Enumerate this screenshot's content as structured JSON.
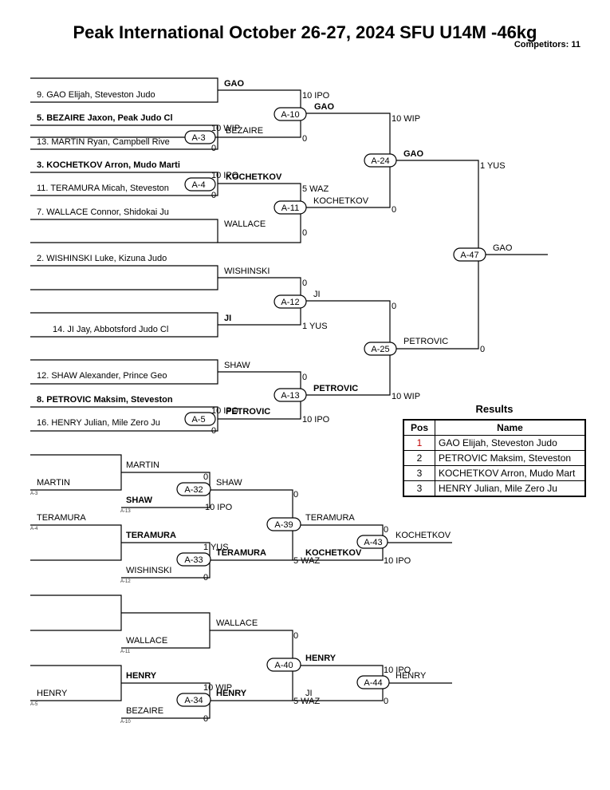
{
  "header": {
    "title": "Peak International  October 26-27, 2024  SFU   U14M -46kg",
    "competitors": "Competitors: 11"
  },
  "entries": [
    "9. GAO Elijah, Steveston Judo",
    "5. BEZAIRE Jaxon, Peak Judo Cl",
    "13. MARTIN Ryan, Campbell Rive",
    "3. KOCHETKOV Arron, Mudo Marti",
    "11. TERAMURA Micah, Steveston",
    "7. WALLACE Connor, Shidokai Ju",
    "2. WISHINSKI Luke, Kizuna Judo",
    "14. JI Jay, Abbotsford Judo Cl",
    "12. SHAW Alexander, Prince Geo",
    "8. PETROVIC Maksim, Steveston",
    "16. HENRY Julian, Mile Zero Ju"
  ],
  "matches": {
    "A-3": {
      "label": "A-3",
      "winner": "BEZAIRE",
      "scores": [
        "10 WIP",
        "0"
      ]
    },
    "A-4": {
      "label": "A-4",
      "winner": "KOCHETKOV",
      "scores": [
        "10 IPO",
        "0"
      ]
    },
    "A-5": {
      "label": "A-5",
      "winner": "PETROVIC",
      "scores": [
        "10 IPO",
        "0"
      ]
    },
    "A-10": {
      "label": "A-10",
      "winner": "GAO",
      "scores": [
        "10 IPO",
        "0"
      ]
    },
    "A-11": {
      "label": "A-11",
      "winner": "KOCHETKOV",
      "scores": [
        "5 WAZ",
        "0"
      ]
    },
    "A-12": {
      "label": "A-12",
      "winner": "JI",
      "scores": [
        "0",
        "1 YUS"
      ]
    },
    "A-13": {
      "label": "A-13",
      "winner": "PETROVIC",
      "scores": [
        "0",
        "10 IPO"
      ]
    },
    "A-24": {
      "label": "A-24",
      "winner": "GAO",
      "scores": [
        "10 WIP",
        "0"
      ]
    },
    "A-25": {
      "label": "A-25",
      "winner": "PETROVIC",
      "scores": [
        "0",
        "10 WIP"
      ]
    },
    "A-47": {
      "label": "A-47",
      "winner": "GAO",
      "scores": [
        "1 YUS",
        "0"
      ]
    },
    "A-32": {
      "label": "A-32",
      "winner": "SHAW",
      "scores": [
        "0",
        "10 IPO"
      ]
    },
    "A-33": {
      "label": "A-33",
      "winner": "TERAMURA",
      "scores": [
        "1 YUS",
        "0"
      ]
    },
    "A-39": {
      "label": "A-39",
      "winner": "TERAMURA",
      "scores": [
        "0",
        "5 WAZ"
      ]
    },
    "A-43": {
      "label": "A-43",
      "winner": "KOCHETKOV",
      "scores": [
        "0",
        "10 IPO"
      ]
    },
    "A-34": {
      "label": "A-34",
      "winner": "HENRY",
      "scores": [
        "10 WIP",
        "0"
      ]
    },
    "A-40": {
      "label": "A-40",
      "winner": "HENRY",
      "scores": [
        "0",
        "5 WAZ"
      ]
    },
    "A-44": {
      "label": "A-44",
      "winner": "HENRY",
      "scores": [
        "10 IPO",
        "0"
      ]
    }
  },
  "repechage_names": {
    "martin": "MARTIN",
    "shaw": "SHAW",
    "teramura": "TERAMURA",
    "wishinski": "WISHINSKI",
    "wallace": "WALLACE",
    "henry": "HENRY",
    "bezaire": "BEZAIRE",
    "ji": "JI",
    "kochetkov": "KOCHETKOV"
  },
  "repechage_refs": {
    "r3": "A-3",
    "r13": "A-13",
    "r4": "A-4",
    "r12": "A-12",
    "r11": "A-11",
    "r5": "A-5",
    "r10": "A-10"
  },
  "results": {
    "title": "Results",
    "headers": [
      "Pos",
      "Name"
    ],
    "rows": [
      {
        "pos": "1",
        "name": "GAO Elijah, Steveston Judo"
      },
      {
        "pos": "2",
        "name": "PETROVIC Maksim, Steveston"
      },
      {
        "pos": "3",
        "name": "KOCHETKOV Arron, Mudo Mart"
      },
      {
        "pos": "3",
        "name": "HENRY Julian, Mile Zero Ju"
      }
    ]
  }
}
